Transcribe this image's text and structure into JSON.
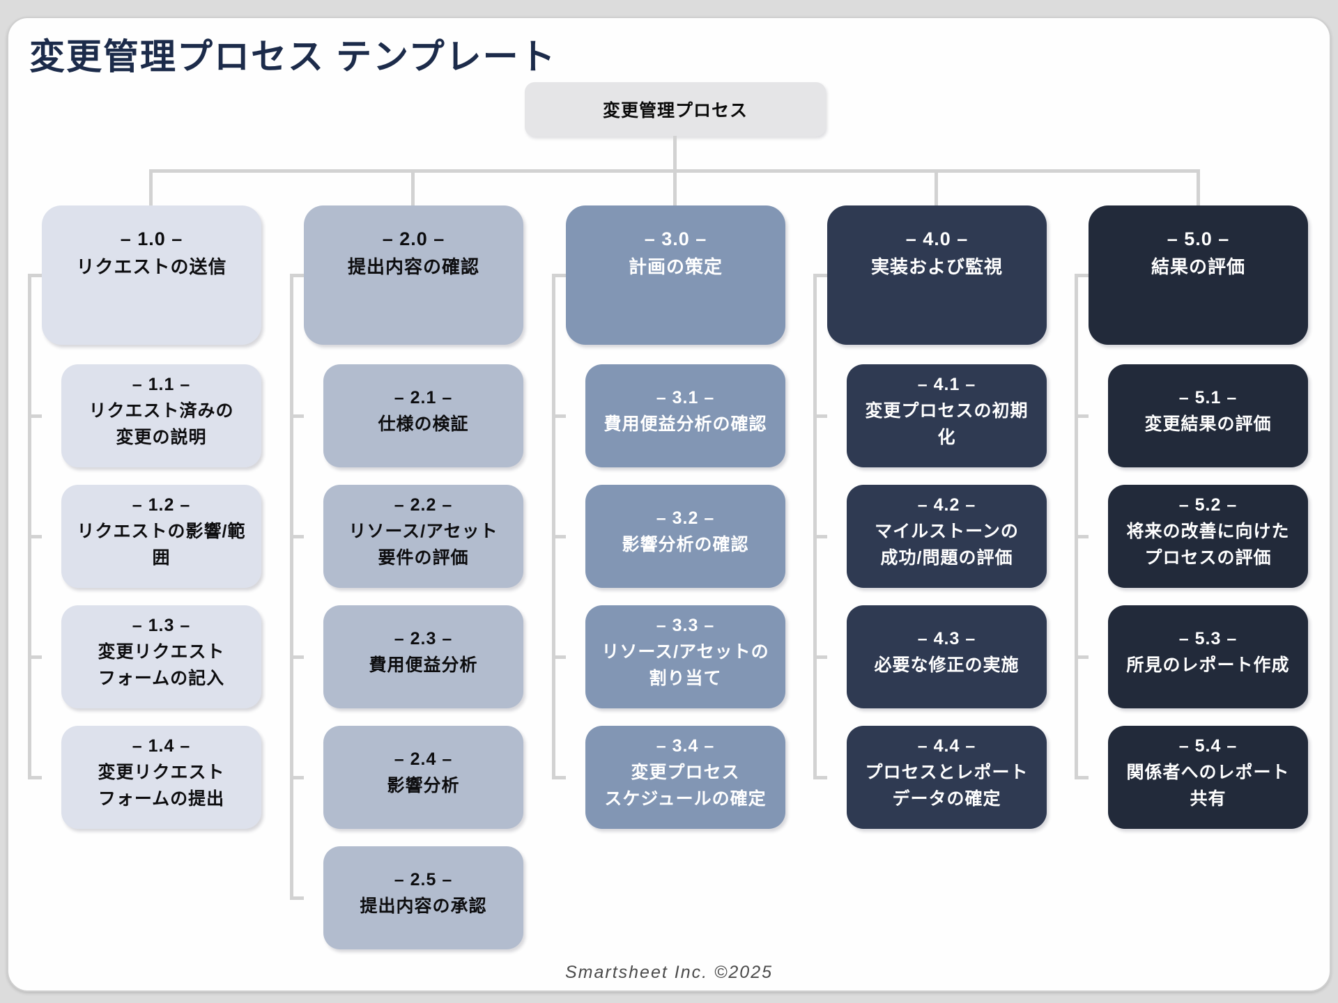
{
  "page": {
    "title": "変更管理プロセス テンプレート",
    "footer": "Smartsheet Inc. ©2025"
  },
  "colors": {
    "page-bg": "#dcdcdc",
    "card-bg": "#fefefe",
    "title": "#1c2b4a",
    "connector": "#d2d2d2",
    "root-bg": "#e5e5e7",
    "footer-text": "#4a4a4a"
  },
  "root_node": {
    "label": "変更管理プロセス"
  },
  "columns": [
    {
      "num": "– 1.0 –",
      "label": "リクエストの送信",
      "colors": {
        "bg": "#dde1ec",
        "fg": "#0d0d0f"
      },
      "children": [
        {
          "num": "– 1.1 –",
          "label": "リクエスト済みの\n変更の説明"
        },
        {
          "num": "– 1.2 –",
          "label": "リクエストの影響/範囲"
        },
        {
          "num": "– 1.3 –",
          "label": "変更リクエスト\nフォームの記入"
        },
        {
          "num": "– 1.4 –",
          "label": "変更リクエスト\nフォームの提出"
        }
      ]
    },
    {
      "num": "– 2.0 –",
      "label": "提出内容の確認",
      "colors": {
        "bg": "#b2bcce",
        "fg": "#0d0d0f"
      },
      "children": [
        {
          "num": "– 2.1 –",
          "label": "仕様の検証"
        },
        {
          "num": "– 2.2 –",
          "label": "リソース/アセット\n要件の評価"
        },
        {
          "num": "– 2.3 –",
          "label": "費用便益分析"
        },
        {
          "num": "– 2.4 –",
          "label": "影響分析"
        },
        {
          "num": "– 2.5 –",
          "label": "提出内容の承認"
        }
      ]
    },
    {
      "num": "– 3.0 –",
      "label": "計画の策定",
      "colors": {
        "bg": "#8296b4",
        "fg": "#ffffff"
      },
      "children": [
        {
          "num": "– 3.1 –",
          "label": "費用便益分析の確認"
        },
        {
          "num": "– 3.2 –",
          "label": "影響分析の確認"
        },
        {
          "num": "– 3.3 –",
          "label": "リソース/アセットの\n割り当て"
        },
        {
          "num": "– 3.4 –",
          "label": "変更プロセス\nスケジュールの確定"
        }
      ]
    },
    {
      "num": "– 4.0 –",
      "label": "実装および監視",
      "colors": {
        "bg": "#2f3a52",
        "fg": "#ffffff"
      },
      "children": [
        {
          "num": "– 4.1 –",
          "label": "変更プロセスの初期化"
        },
        {
          "num": "– 4.2 –",
          "label": "マイルストーンの\n成功/問題の評価"
        },
        {
          "num": "– 4.3 –",
          "label": "必要な修正の実施"
        },
        {
          "num": "– 4.4 –",
          "label": "プロセスとレポート\nデータの確定"
        }
      ]
    },
    {
      "num": "– 5.0 –",
      "label": "結果の評価",
      "colors": {
        "bg": "#222a3a",
        "fg": "#ffffff"
      },
      "children": [
        {
          "num": "– 5.1 –",
          "label": "変更結果の評価"
        },
        {
          "num": "– 5.2 –",
          "label": "将来の改善に向けた\nプロセスの評価"
        },
        {
          "num": "– 5.3 –",
          "label": "所見のレポート作成"
        },
        {
          "num": "– 5.4 –",
          "label": "関係者へのレポート共有"
        }
      ]
    }
  ]
}
